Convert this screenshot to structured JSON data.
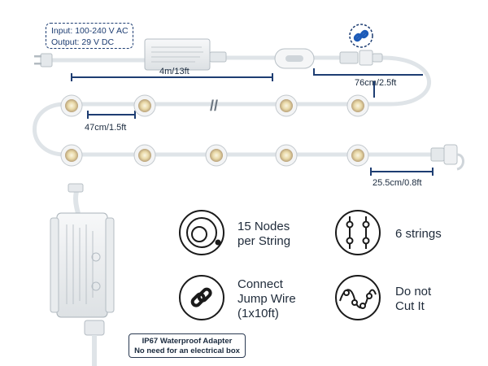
{
  "spec": {
    "input": "Input: 100-240 V AC",
    "output": "Output: 29 V DC"
  },
  "dimensions": {
    "main_cable": "4m/13ft",
    "lead_cable": "76cm/2.5ft",
    "node_spacing": "47cm/1.5ft",
    "tail_cable": "25.5cm/0.8ft"
  },
  "break_mark": "//",
  "features": [
    {
      "icon": "concentric-circles-icon",
      "line1": "15 Nodes",
      "line2": "per String"
    },
    {
      "icon": "six-strings-icon",
      "line1": "6 strings",
      "line2": ""
    },
    {
      "icon": "chain-link-icon",
      "line1": "Connect",
      "line2": "Jump Wire",
      "line3": "(1x10ft)"
    },
    {
      "icon": "no-cut-icon",
      "line1": "Do not",
      "line2": "Cut It"
    }
  ],
  "adapter_caption": {
    "line1": "IP67 Waterproof Adapter",
    "line2": "No need for an electrical box"
  },
  "colors": {
    "accent_blue": "#1d5bb8",
    "dark_navy": "#1d3d72",
    "cable": "#e8ecef",
    "text": "#1f2b3a"
  }
}
